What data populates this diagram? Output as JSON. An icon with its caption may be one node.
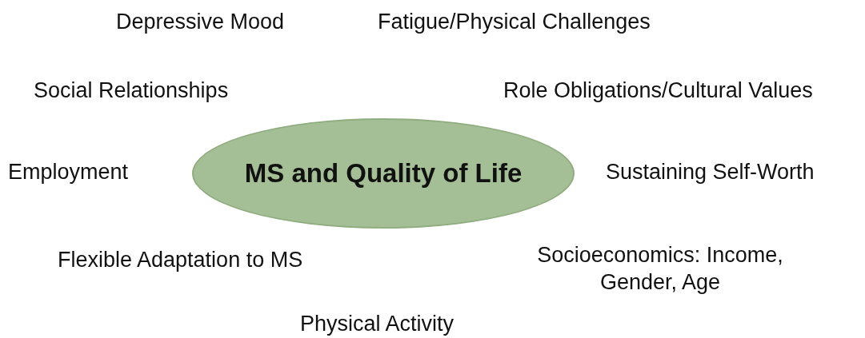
{
  "diagram": {
    "nodes": [
      {
        "text": [
          "MS and Quality of Life"
        ]
      }
    ],
    "labels": [
      "Depressive Mood",
      "Fatigue/Physical Challenges",
      "Social Relationships",
      "Role Obligations/Cultural Values",
      "Employment",
      "Sustaining Self-Worth",
      "Flexible Adaptation to MS",
      "Socioeconomics: Income, Gender, Age",
      "Physical Activity"
    ]
  }
}
